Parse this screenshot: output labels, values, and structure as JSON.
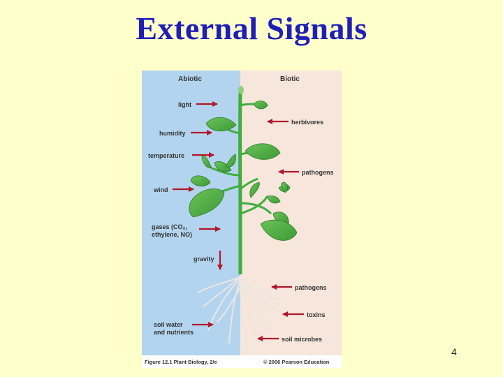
{
  "slide": {
    "title": "External Signals",
    "page_number": "4"
  },
  "figure": {
    "panel_left_title": "Abiotic",
    "panel_right_title": "Biotic",
    "abiotic_signals": [
      {
        "label": "light"
      },
      {
        "label": "humidity"
      },
      {
        "label": "temperature"
      },
      {
        "label": "wind"
      },
      {
        "label": "gases (CO₂,",
        "label2": "ethylene, NO)"
      },
      {
        "label": "gravity"
      },
      {
        "label": "soil water",
        "label2": "and nutrients"
      }
    ],
    "biotic_signals": [
      {
        "label": "herbivores"
      },
      {
        "label": "pathogens"
      },
      {
        "label": "pathogens"
      },
      {
        "label": "toxins"
      },
      {
        "label": "soil microbes"
      }
    ],
    "caption_left": "Figure 12.1   Plant Biology, 2/e",
    "caption_right": "© 2006 Pearson Education",
    "colors": {
      "abiotic_bg": "#b3d4ee",
      "biotic_bg": "#f6e6dc",
      "arrow": "#b0182b",
      "stem": "#3fae3f",
      "leaf": "#4aa840",
      "roots": "#e8e0dc"
    }
  }
}
